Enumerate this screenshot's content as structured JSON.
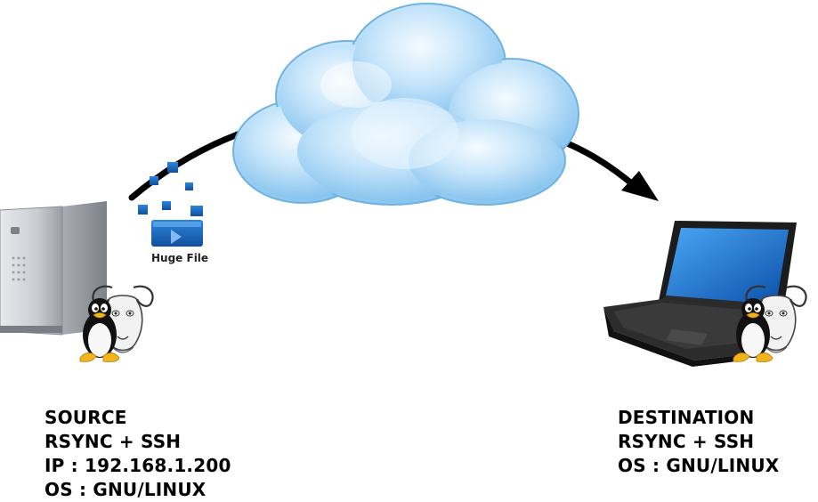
{
  "file": {
    "label": "Huge File"
  },
  "source": {
    "lines": [
      "SOURCE",
      "RSYNC + SSH",
      "IP : 192.168.1.200",
      "OS : GNU/LINUX"
    ]
  },
  "destination": {
    "lines": [
      "DESTINATION",
      "RSYNC + SSH",
      "OS : GNU/LINUX"
    ]
  },
  "icons": [
    "server-icon",
    "tux-penguin-icon",
    "gnu-head-icon",
    "cloud-icon",
    "file-fragments-icon",
    "laptop-icon",
    "arrow-icon"
  ],
  "colors": {
    "arrow": "#000000",
    "cloud": "#9fd0f2",
    "screen": "#1d78d8",
    "file": "#1f6fc9"
  }
}
